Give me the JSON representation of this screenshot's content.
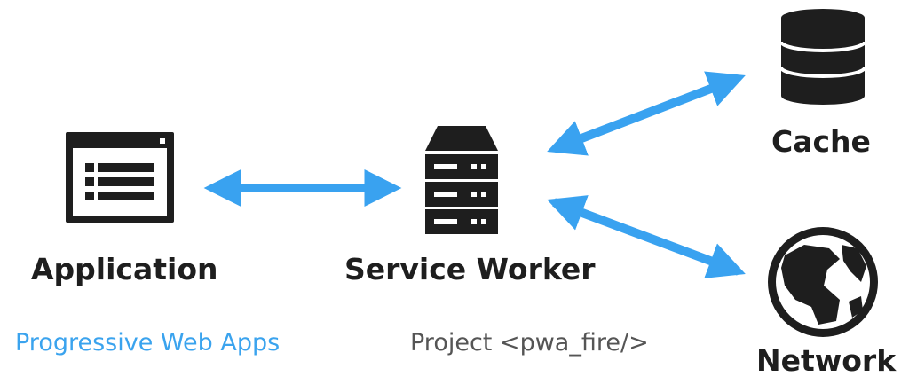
{
  "nodes": {
    "application": {
      "label": "Application",
      "icon": "browser-window-icon"
    },
    "service_worker": {
      "label": "Service Worker",
      "icon": "server-icon"
    },
    "cache": {
      "label": "Cache",
      "icon": "database-icon"
    },
    "network": {
      "label": "Network",
      "icon": "globe-icon"
    }
  },
  "footer": {
    "title": "Progressive Web Apps",
    "project": "Project <pwa_fire/>"
  },
  "colors": {
    "arrow": "#39a2f0",
    "icon": "#1e1e1e",
    "title": "#3aa3ee",
    "project": "#555555"
  },
  "edges": [
    {
      "from": "application",
      "to": "service_worker",
      "direction": "both"
    },
    {
      "from": "service_worker",
      "to": "cache",
      "direction": "both"
    },
    {
      "from": "service_worker",
      "to": "network",
      "direction": "both"
    }
  ]
}
